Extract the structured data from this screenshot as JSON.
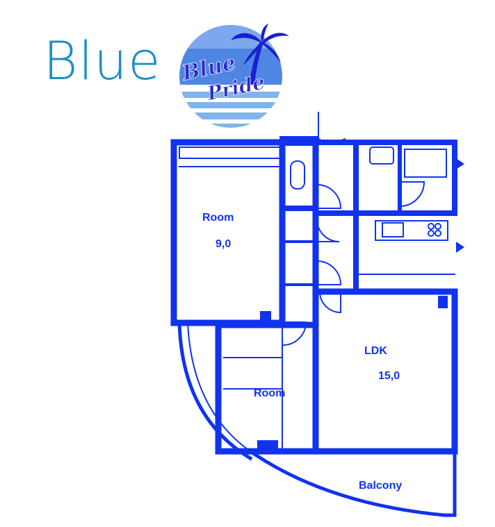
{
  "brand": {
    "wordmark": "Blue",
    "logo_line1": "Blue",
    "logo_line2": "Pride"
  },
  "rooms": [
    {
      "name": "Room",
      "size": "9,0"
    },
    {
      "name": "Room"
    },
    {
      "name": "LDK",
      "size": "15,0"
    },
    {
      "name": "Balcony"
    }
  ],
  "colors": {
    "wordmark": "#1a8fc6",
    "plan": "#1133ee",
    "logo_sky": "#3f78e0",
    "logo_stripes": "#7fb4ec"
  }
}
